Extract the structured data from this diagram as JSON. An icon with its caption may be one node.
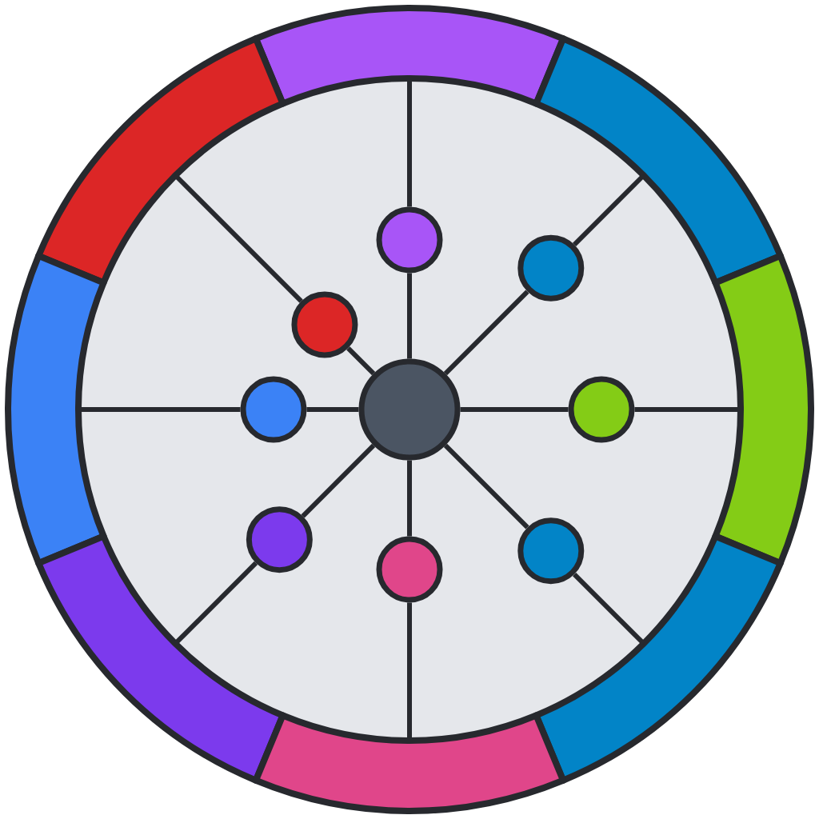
{
  "diagram": {
    "nodes": [
      {
        "text": [],
        "shape": "circle"
      },
      {
        "text": [],
        "shape": "circle"
      },
      {
        "text": [],
        "shape": "circle"
      },
      {
        "text": [],
        "shape": "circle"
      },
      {
        "text": [],
        "shape": "circle"
      },
      {
        "text": [],
        "shape": "circle"
      },
      {
        "text": [],
        "shape": "circle"
      },
      {
        "text": [],
        "shape": "circle"
      },
      {
        "text": [],
        "shape": "circle"
      },
      {
        "text": [],
        "shape": "arc"
      },
      {
        "text": [],
        "shape": "arc"
      },
      {
        "text": [],
        "shape": "arc"
      },
      {
        "text": [],
        "shape": "arc"
      },
      {
        "text": [],
        "shape": "arc"
      },
      {
        "text": [],
        "shape": "arc"
      },
      {
        "text": [],
        "shape": "arc"
      },
      {
        "text": [],
        "shape": "arc"
      }
    ],
    "edges": [
      {
        "from": 0,
        "to": 1,
        "arrow": "none"
      },
      {
        "from": 1,
        "to": 9,
        "arrow": "none"
      },
      {
        "from": 0,
        "to": 2,
        "arrow": "none"
      },
      {
        "from": 2,
        "to": 11,
        "arrow": "none"
      },
      {
        "from": 0,
        "to": 3,
        "arrow": "none"
      },
      {
        "from": 3,
        "to": 10,
        "arrow": "none"
      },
      {
        "from": 0,
        "to": 4,
        "arrow": "none"
      },
      {
        "from": 4,
        "to": 12,
        "arrow": "none"
      },
      {
        "from": 0,
        "to": 5,
        "arrow": "none"
      },
      {
        "from": 5,
        "to": 13,
        "arrow": "none"
      },
      {
        "from": 0,
        "to": 6,
        "arrow": "none"
      },
      {
        "from": 6,
        "to": 14,
        "arrow": "none"
      },
      {
        "from": 0,
        "to": 7,
        "arrow": "none"
      },
      {
        "from": 7,
        "to": 15,
        "arrow": "none"
      },
      {
        "from": 0,
        "to": 8,
        "arrow": "none"
      },
      {
        "from": 8,
        "to": 16,
        "arrow": "none"
      }
    ]
  }
}
